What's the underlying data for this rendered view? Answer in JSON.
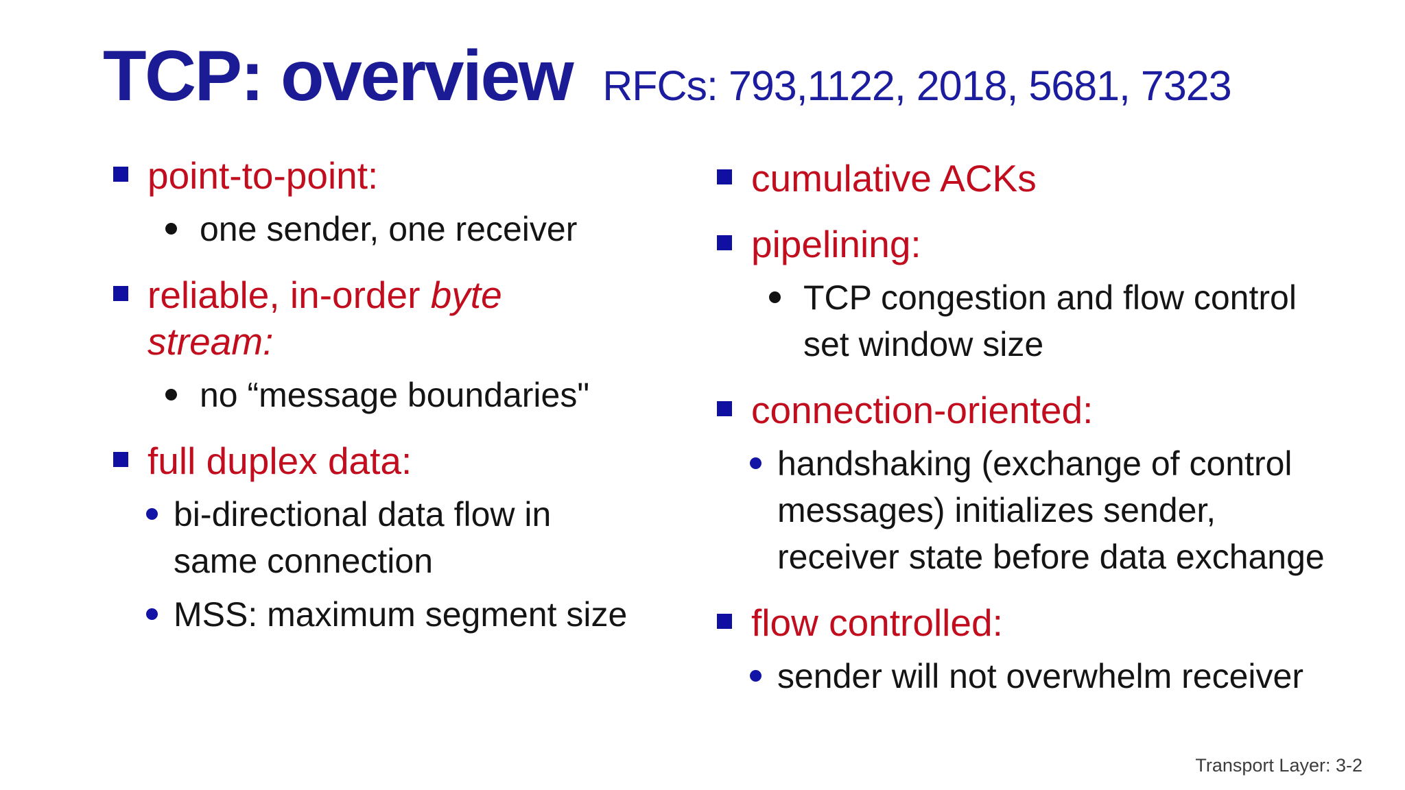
{
  "slide": {
    "title": "TCP: overview",
    "subtitle": "RFCs: 793,1122, 2018, 5681, 7323",
    "footer": "Transport Layer: 3-2"
  },
  "colors": {
    "title_blue": "#1b1b96",
    "square_bullet_blue": "#1010a0",
    "dot_bullet_blue": "#1313a6",
    "heading_red": "#c10d1d",
    "body_black": "#141414",
    "footer_gray": "#3c3c3c"
  },
  "columns": {
    "left": {
      "items": [
        {
          "kind": "heading",
          "segments": [
            {
              "text": "point-to-point:",
              "italic": false
            }
          ]
        },
        {
          "kind": "sub",
          "bullet": "black",
          "text": "one sender, one receiver"
        },
        {
          "kind": "heading",
          "segments": [
            {
              "text": "reliable, in-order ",
              "italic": false
            },
            {
              "text": "byte\nstream:",
              "italic": true
            }
          ]
        },
        {
          "kind": "sub",
          "bullet": "black",
          "text": "no “message boundaries\""
        },
        {
          "kind": "heading",
          "segments": [
            {
              "text": "full duplex data:",
              "italic": false
            }
          ]
        },
        {
          "kind": "sub",
          "bullet": "blue",
          "text": "bi-directional data flow in\nsame connection"
        },
        {
          "kind": "sub",
          "bullet": "blue",
          "text": "MSS: maximum segment size"
        }
      ]
    },
    "right": {
      "items": [
        {
          "kind": "heading",
          "segments": [
            {
              "text": "cumulative ACKs",
              "italic": false
            }
          ]
        },
        {
          "kind": "heading",
          "segments": [
            {
              "text": "pipelining:",
              "italic": false
            }
          ]
        },
        {
          "kind": "sub",
          "bullet": "black",
          "text": "TCP congestion and flow control\nset window size"
        },
        {
          "kind": "heading",
          "segments": [
            {
              "text": "connection-oriented:",
              "italic": false
            }
          ]
        },
        {
          "kind": "sub",
          "bullet": "blue",
          "text": "handshaking (exchange of control\nmessages) initializes sender,\nreceiver state before data exchange"
        },
        {
          "kind": "heading",
          "segments": [
            {
              "text": "flow controlled:",
              "italic": false
            }
          ]
        },
        {
          "kind": "sub",
          "bullet": "blue",
          "text": "sender will not overwhelm receiver"
        }
      ]
    }
  }
}
